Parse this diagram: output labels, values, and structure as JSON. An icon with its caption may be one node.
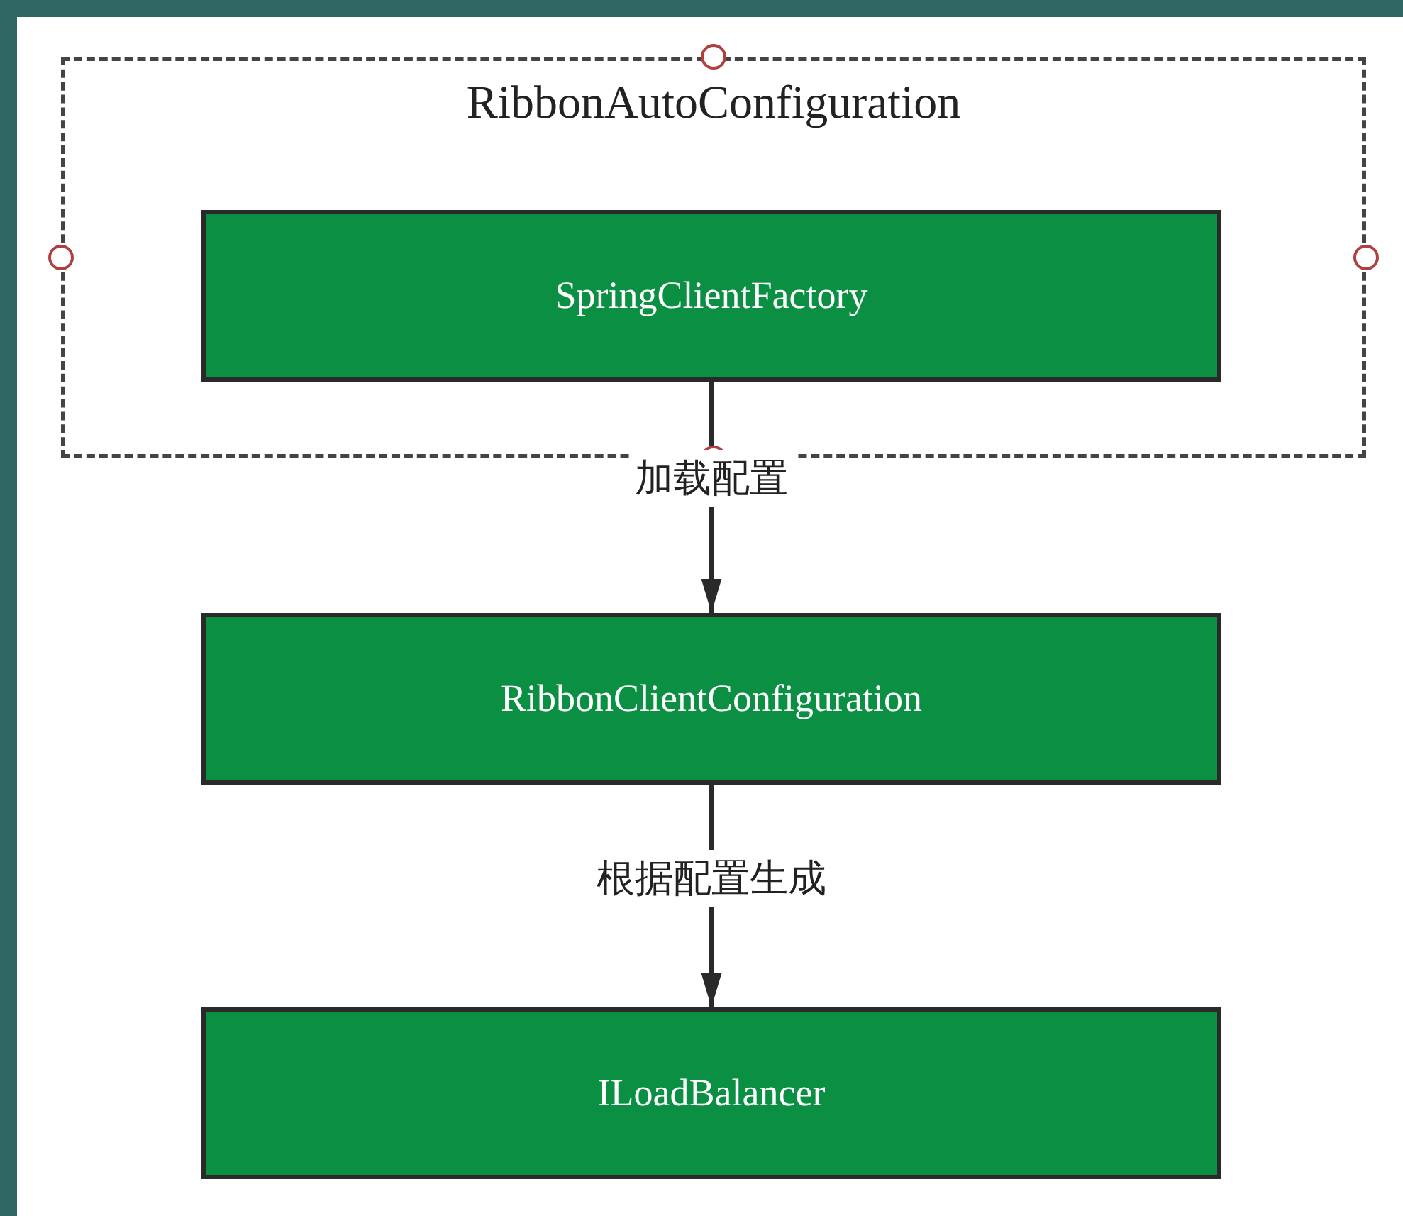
{
  "diagram": {
    "nodes": [
      {
        "text": [
          "RibbonAutoConfiguration"
        ]
      },
      {
        "text": [
          "SpringClientFactory"
        ],
        "in": 0
      },
      {
        "text": [
          "RibbonClientConfiguration"
        ]
      },
      {
        "text": [
          "ILoadBalancer"
        ]
      }
    ],
    "edges": [
      {
        "from": 1,
        "to": 2,
        "arrow": "to",
        "label": "加载配置"
      },
      {
        "from": 2,
        "to": 3,
        "arrow": "to",
        "label": "根据配置生成"
      }
    ]
  }
}
